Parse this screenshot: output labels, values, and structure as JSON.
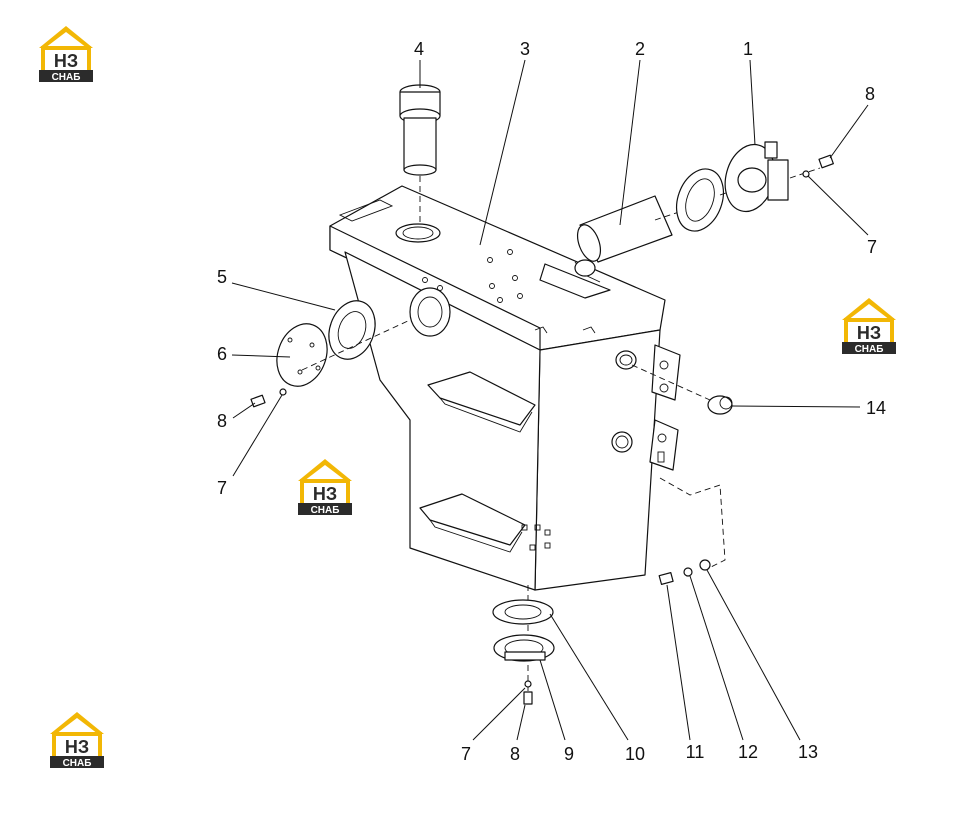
{
  "brand": {
    "logo_letters": "НЗ",
    "logo_word": "СНАБ",
    "colors": {
      "roof": "#f2b705",
      "box": "#2b2b2b",
      "text": "#ffffff",
      "letters_bg": "#ffffff"
    }
  },
  "callouts": {
    "c1": "1",
    "c2": "2",
    "c3": "3",
    "c4": "4",
    "c5": "5",
    "c6": "6",
    "c7a": "7",
    "c7b": "7",
    "c7c": "7",
    "c8a": "8",
    "c8b": "8",
    "c8c": "8",
    "c9": "9",
    "c10": "10",
    "c11": "11",
    "c12": "12",
    "c13": "13",
    "c14": "14"
  }
}
